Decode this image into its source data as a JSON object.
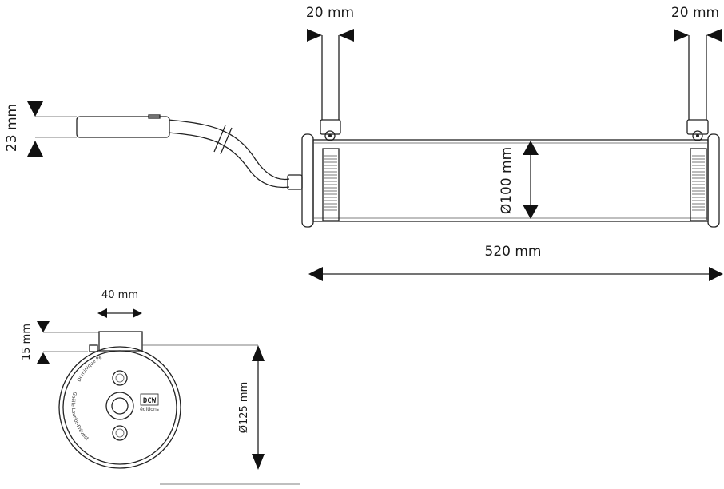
{
  "dimensions": {
    "bracket_left_width": "20 mm",
    "bracket_right_width": "20 mm",
    "driver_height": "23 mm",
    "tube_diameter": "Ø100 mm",
    "overall_length": "520 mm",
    "mount_width": "40 mm",
    "mount_height": "15 mm",
    "endcap_diameter": "Ø125 mm"
  },
  "endcap": {
    "arc_text_1": "Dominique Perrault",
    "arc_text_2": "Gaëlle Lauriot-Prévost",
    "logo_line_1": "DCW",
    "logo_line_2": "éditions"
  },
  "colors": {
    "line": "#222222",
    "text": "#1a1a1a"
  }
}
